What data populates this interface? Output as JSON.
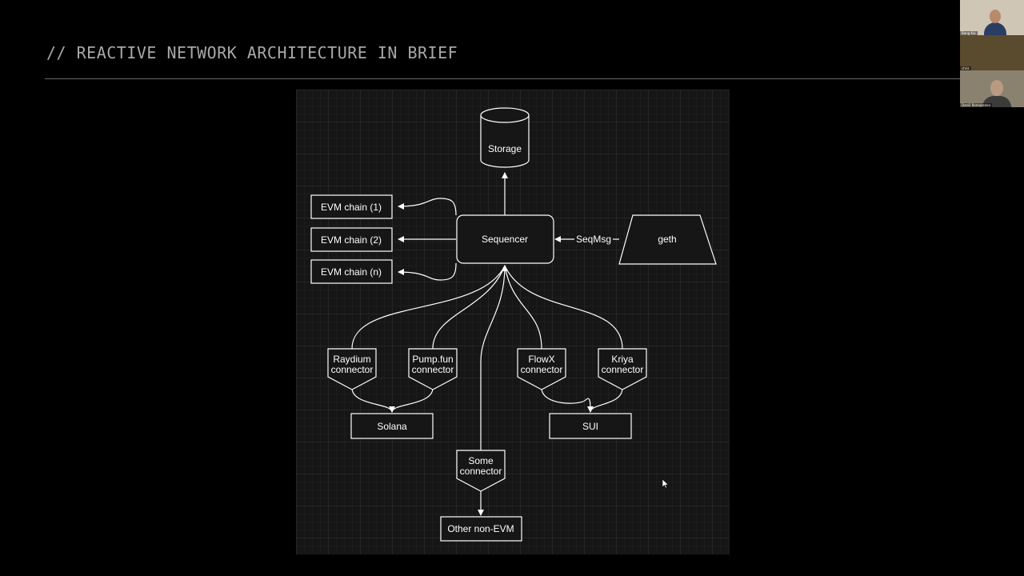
{
  "slide": {
    "title": "// REACTIVE NETWORK ARCHITECTURE IN BRIEF"
  },
  "diagram": {
    "storage": "Storage",
    "sequencer": "Sequencer",
    "geth": "geth",
    "seqmsg_label": "SeqMsg",
    "evm_chains": [
      "EVM chain (1)",
      "EVM chain (2)",
      "EVM chain (n)"
    ],
    "connectors": {
      "raydium": [
        "Raydium",
        "connector"
      ],
      "pumpfun": [
        "Pump.fun",
        "connector"
      ],
      "flowx": [
        "FlowX",
        "connector"
      ],
      "kriya": [
        "Kriya",
        "connector"
      ],
      "some": [
        "Some",
        "connector"
      ]
    },
    "chains": {
      "solana": "Solana",
      "sui": "SUI",
      "other": "Other non-EVM"
    }
  },
  "participants": [
    {
      "name": "Bang Kai"
    },
    {
      "name": "chris"
    },
    {
      "name": "Daniil Romazanov"
    }
  ],
  "colors": {
    "background": "#000000",
    "title": "#a8a8a8",
    "diagram_bg": "#161616",
    "stroke": "#ffffff"
  }
}
